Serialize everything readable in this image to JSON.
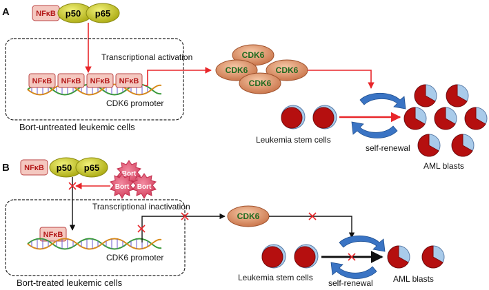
{
  "panel_a": {
    "letter": "A",
    "nfkb": "NFκB",
    "p50": "p50",
    "p65": "p65",
    "promoter_nfkb": [
      "NFκB",
      "NFκB",
      "NFκB",
      "NFκB"
    ],
    "transcription_label": "Transcriptional activation",
    "promoter_label": "CDK6 promoter",
    "box_label": "Bort-untreated  leukemic  cells",
    "cdk6_label": "CDK6",
    "stem_label": "Leukemia stem cells",
    "renewal_label": "self-renewal",
    "blasts_label": "AML blasts"
  },
  "panel_b": {
    "letter": "B",
    "nfkb": "NFκB",
    "p50": "p50",
    "p65": "p65",
    "bort": "Bort",
    "promoter_nfkb": "NFκB",
    "transcription_label": "Transcriptional inactivation",
    "promoter_label": "CDK6 promoter",
    "box_label": "Bort-treated leukemic  cells",
    "cdk6_label": "CDK6",
    "stem_label": "Leukemia stem cells",
    "renewal_label": "self-renewal",
    "blasts_label": "AML blasts"
  },
  "colors": {
    "arrow_red": "#e8262a",
    "nfkb_fill": "#f4c8c0",
    "protein_yellow": "#c8c81e",
    "cdk6_fill": "#e89a6e",
    "cell_red": "#b50f0f",
    "cell_blue": "#a9cbea",
    "renewal_blue": "#3a74c4",
    "bort_fill": "#e25a74"
  }
}
